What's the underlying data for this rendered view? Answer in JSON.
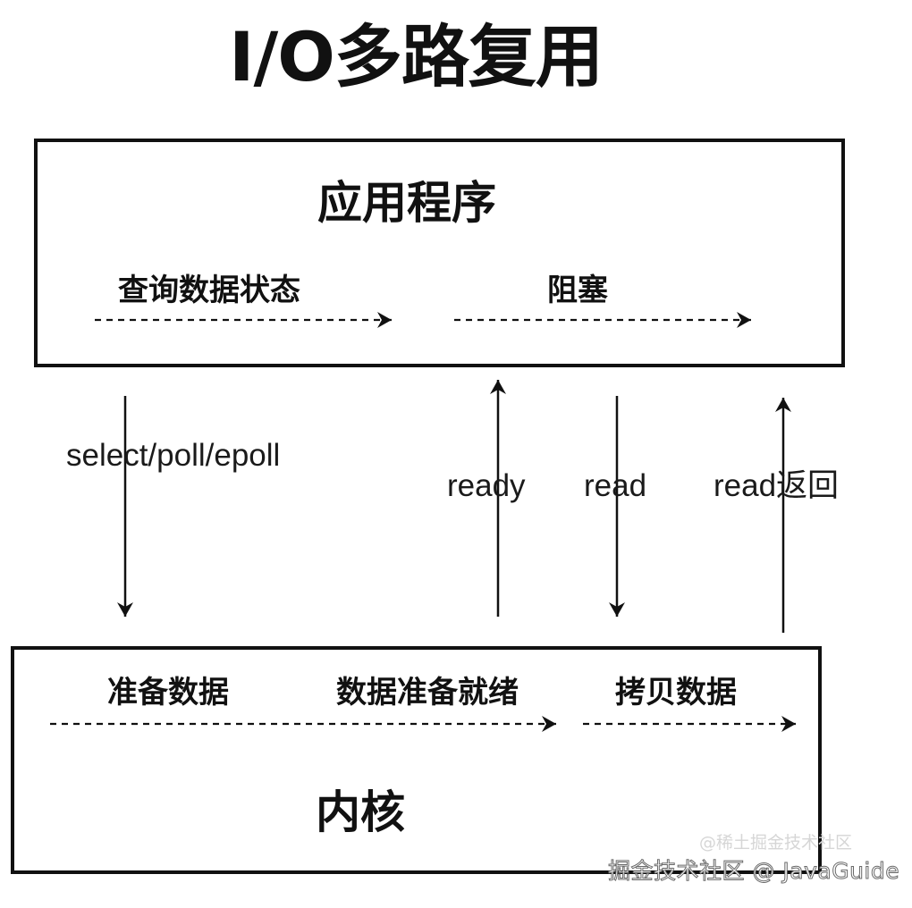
{
  "title": "I/O多路复用",
  "application": {
    "label": "应用程序",
    "steps": [
      "查询数据状态",
      "阻塞"
    ]
  },
  "kernel": {
    "label": "内核",
    "steps": [
      "准备数据",
      "数据准备就绪",
      "拷贝数据"
    ]
  },
  "calls": [
    {
      "label": "select/poll/epoll",
      "direction": "down"
    },
    {
      "label": "ready",
      "direction": "up"
    },
    {
      "label": "read",
      "direction": "down"
    },
    {
      "label": "read返回",
      "direction": "up"
    }
  ],
  "watermarks": [
    "@稀土掘金技术社区",
    "掘金技术社区 @ JavaGuide"
  ],
  "colors": {
    "line": "#111111",
    "background": "#ffffff"
  }
}
